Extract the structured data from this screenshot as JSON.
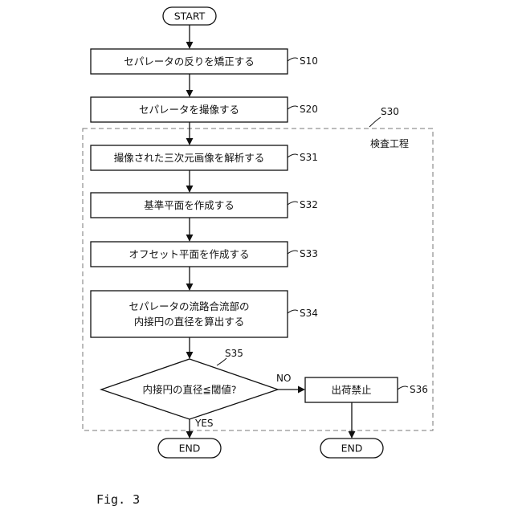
{
  "nodes": {
    "start": {
      "label": "START"
    },
    "s10": {
      "label": "セパレータの反りを矯正する",
      "tag": "S10"
    },
    "s20": {
      "label": "セパレータを撮像する",
      "tag": "S20"
    },
    "s31": {
      "label": "撮像された三次元画像を解析する",
      "tag": "S31"
    },
    "s32": {
      "label": "基準平面を作成する",
      "tag": "S32"
    },
    "s33": {
      "label": "オフセット平面を作成する",
      "tag": "S33"
    },
    "s34": {
      "line1": "セパレータの流路合流部の",
      "line2": "内接円の直径を算出する",
      "tag": "S34"
    },
    "s35": {
      "label": "内接円の直径≦閾値?",
      "tag": "S35"
    },
    "s36": {
      "label": "出荷禁止",
      "tag": "S36"
    },
    "end_yes": {
      "label": "END"
    },
    "end_no": {
      "label": "END"
    }
  },
  "group": {
    "label": "検査工程",
    "tag": "S30"
  },
  "edges": {
    "no": "NO",
    "yes": "YES"
  },
  "figure_label": "Fig. 3"
}
